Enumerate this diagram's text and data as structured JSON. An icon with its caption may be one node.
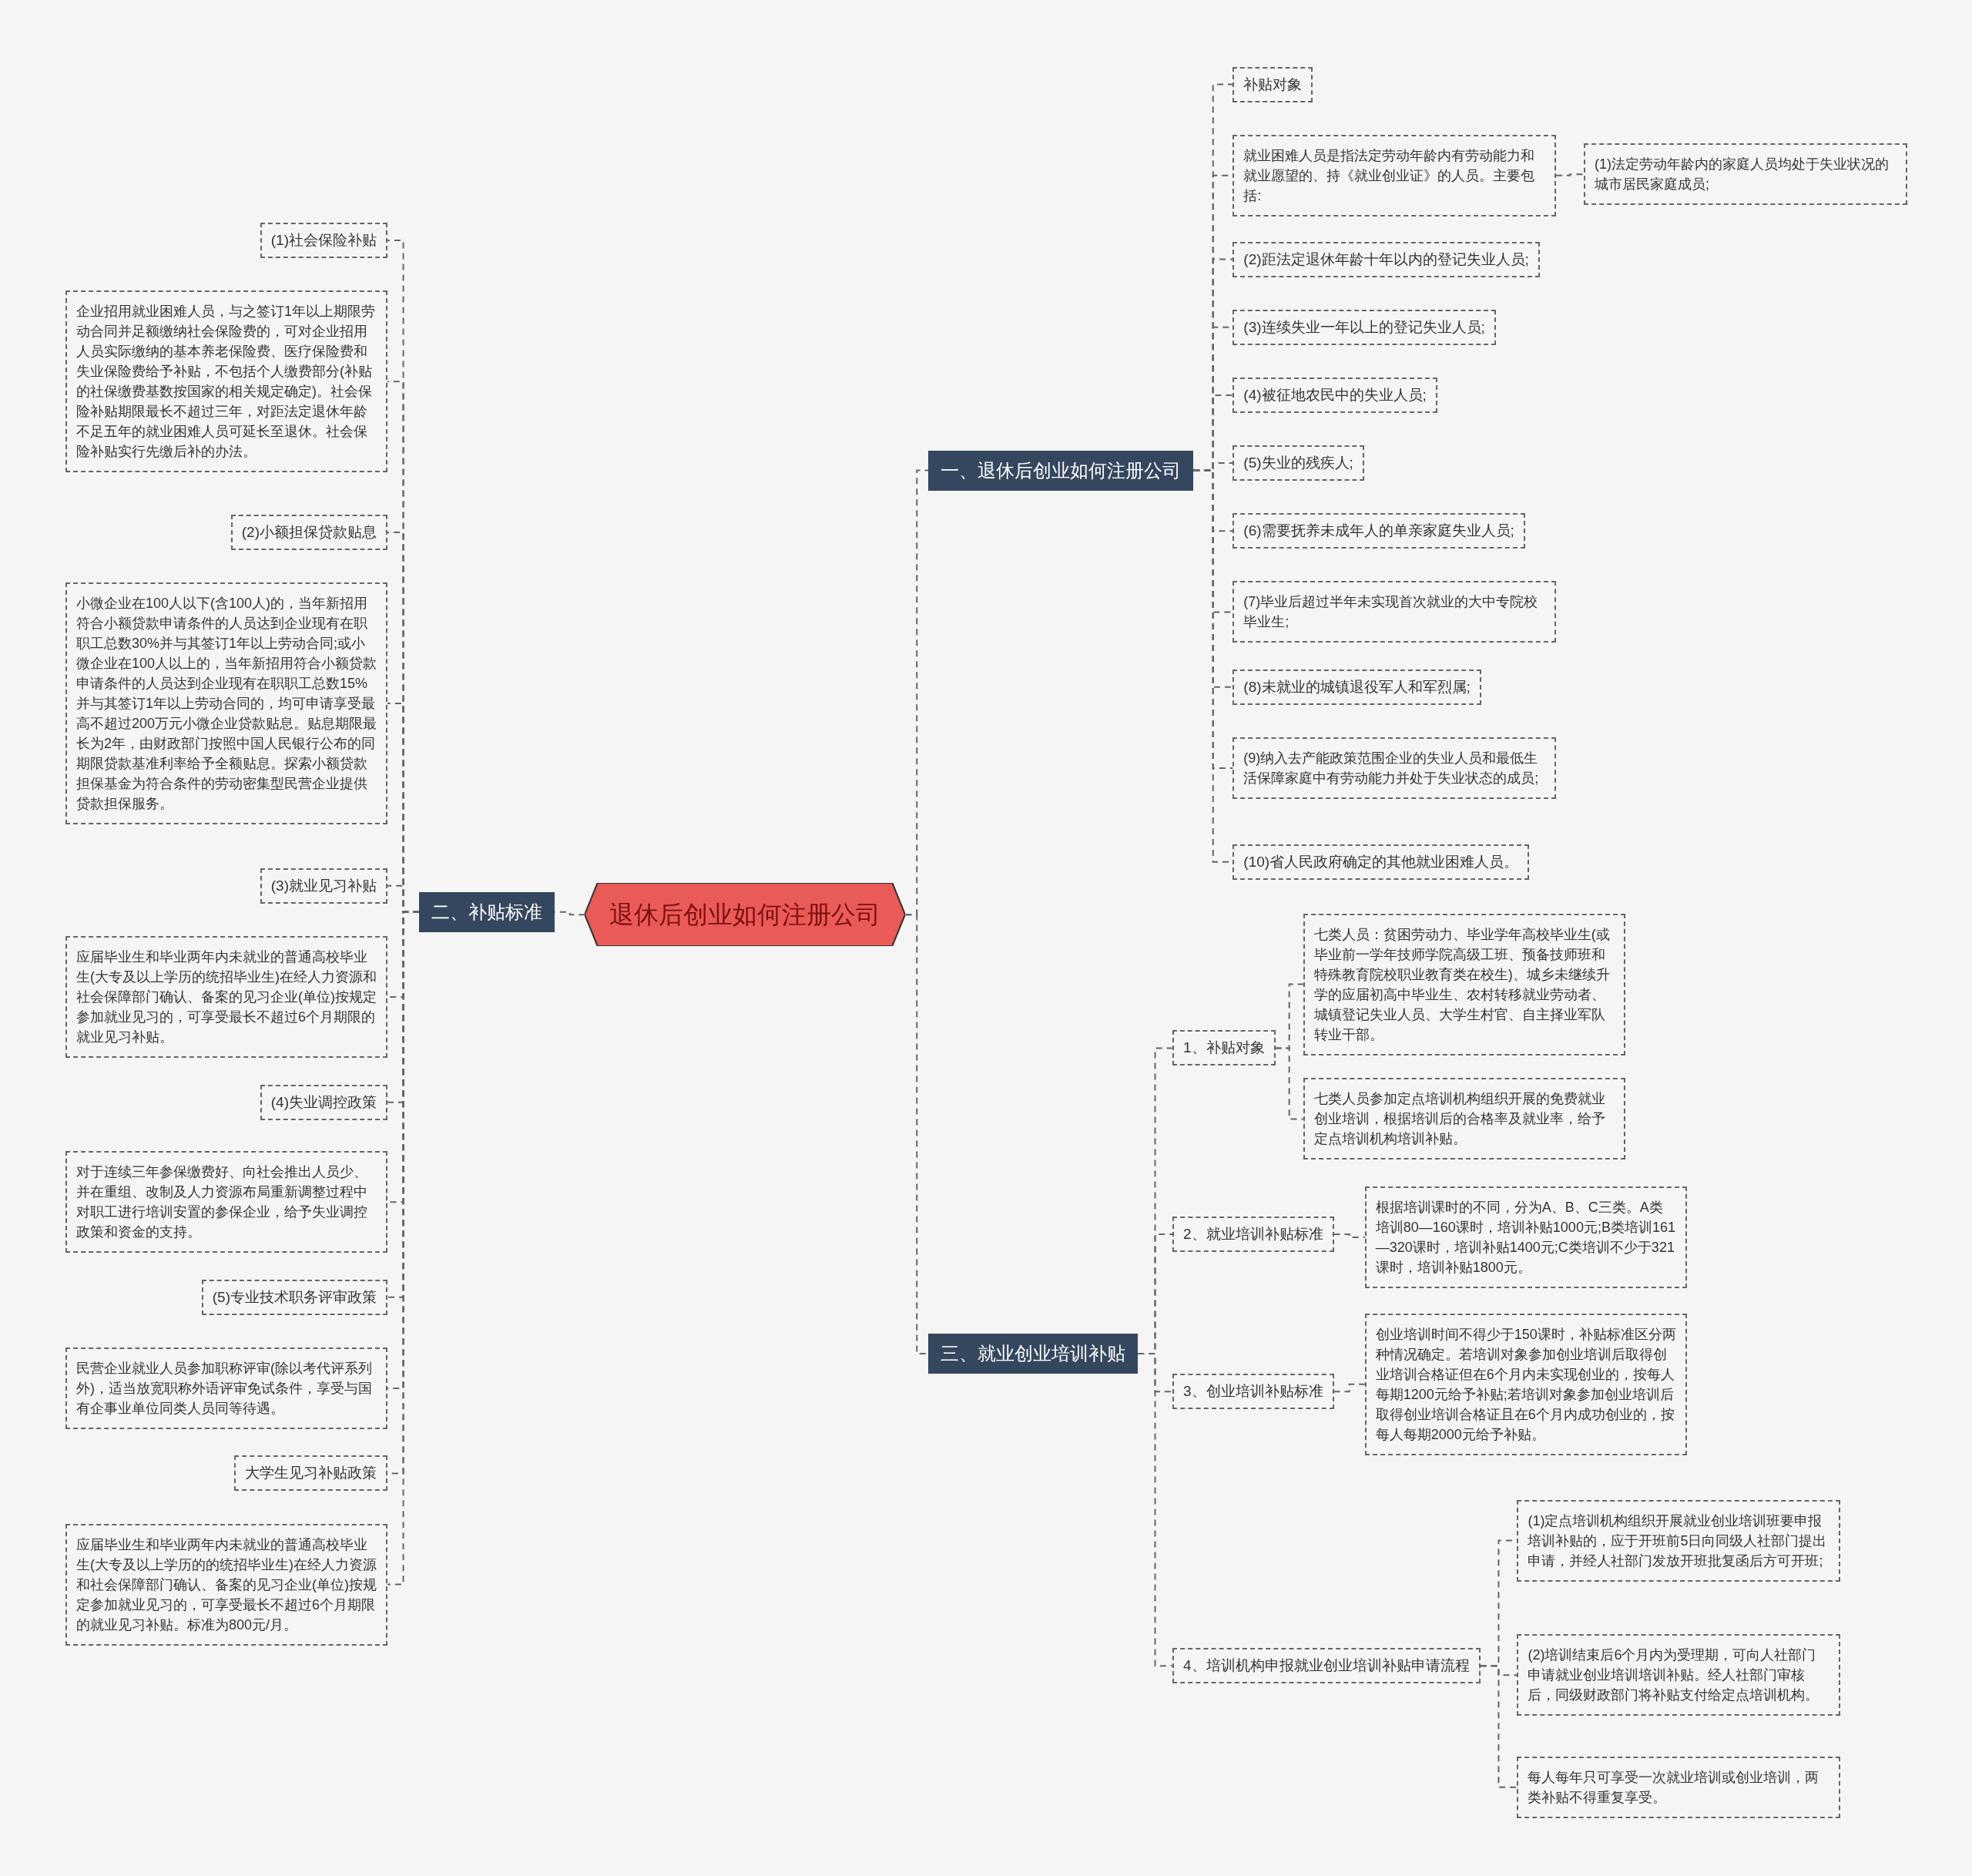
{
  "diagram": {
    "nodes": [
      {
        "text": [
          "退休后创业如何注册公司"
        ]
      },
      {
        "text": [
          "一、退休后创业如何注册公司"
        ]
      },
      {
        "text": [
          "补贴对象"
        ]
      },
      {
        "text": [
          "就业困难人员是指法定劳动年龄内有劳动能力和就业愿望的、持《就业创业证》的人员。主要包括:"
        ]
      },
      {
        "text": [
          "(1)法定劳动年龄内的家庭人员均处于失业状况的城市居民家庭成员;"
        ]
      },
      {
        "text": [
          "(2)距法定退休年龄十年以内的登记失业人员;"
        ]
      },
      {
        "text": [
          "(3)连续失业一年以上的登记失业人员;"
        ]
      },
      {
        "text": [
          "(4)被征地农民中的失业人员;"
        ]
      },
      {
        "text": [
          "(5)失业的残疾人;"
        ]
      },
      {
        "text": [
          "(6)需要抚养未成年人的单亲家庭失业人员;"
        ]
      },
      {
        "text": [
          "(7)毕业后超过半年未实现首次就业的大中专院校毕业生;"
        ]
      },
      {
        "text": [
          "(8)未就业的城镇退役军人和军烈属;"
        ]
      },
      {
        "text": [
          "(9)纳入去产能政策范围企业的失业人员和最低生活保障家庭中有劳动能力并处于失业状态的成员;"
        ]
      },
      {
        "text": [
          "(10)省人民政府确定的其他就业困难人员。"
        ]
      },
      {
        "text": [
          "二、补贴标准"
        ]
      },
      {
        "text": [
          "(1)社会保险补贴"
        ]
      },
      {
        "text": [
          "企业招用就业困难人员，与之签订1年以上期限劳动合同并足额缴纳社会保险费的，可对企业招用人员实际缴纳的基本养老保险费、医疗保险费和失业保险费给予补贴，不包括个人缴费部分(补贴的社保缴费基数按国家的相关规定确定)。社会保险补贴期限最长不超过三年，对距法定退休年龄不足五年的就业困难人员可延长至退休。社会保险补贴实行先缴后补的办法。"
        ]
      },
      {
        "text": [
          "(2)小额担保贷款贴息"
        ]
      },
      {
        "text": [
          "小微企业在100人以下(含100人)的，当年新招用符合小额贷款申请条件的人员达到企业现有在职职工总数30%并与其签订1年以上劳动合同;或小微企业在100人以上的，当年新招用符合小额贷款申请条件的人员达到企业现有在职职工总数15%并与其签订1年以上劳动合同的，均可申请享受最高不超过200万元小微企业贷款贴息。贴息期限最长为2年，由财政部门按照中国人民银行公布的同期限贷款基准利率给予全额贴息。探索小额贷款担保基金为符合条件的劳动密集型民营企业提供贷款担保服务。"
        ]
      },
      {
        "text": [
          "(3)就业见习补贴"
        ]
      },
      {
        "text": [
          "应届毕业生和毕业两年内未就业的普通高校毕业生(大专及以上学历的统招毕业生)在经人力资源和社会保障部门确认、备案的见习企业(单位)按规定参加就业见习的，可享受最长不超过6个月期限的就业见习补贴。"
        ]
      },
      {
        "text": [
          "(4)失业调控政策"
        ]
      },
      {
        "text": [
          "对于连续三年参保缴费好、向社会推出人员少、并在重组、改制及人力资源布局重新调整过程中对职工进行培训安置的参保企业，给予失业调控政策和资金的支持。"
        ]
      },
      {
        "text": [
          "(5)专业技术职务评审政策"
        ]
      },
      {
        "text": [
          "民营企业就业人员参加职称评审(除以考代评系列外)，适当放宽职称外语评审免试条件，享受与国有企事业单位同类人员同等待遇。"
        ]
      },
      {
        "text": [
          "大学生见习补贴政策"
        ]
      },
      {
        "text": [
          "应届毕业生和毕业两年内未就业的普通高校毕业生(大专及以上学历的的统招毕业生)在经人力资源和社会保障部门确认、备案的见习企业(单位)按规定参加就业见习的，可享受最长不超过6个月期限的就业见习补贴。标准为800元/月。"
        ]
      },
      {
        "text": [
          "三、就业创业培训补贴"
        ]
      },
      {
        "text": [
          "1、补贴对象"
        ]
      },
      {
        "text": [
          "七类人员：贫困劳动力、毕业学年高校毕业生(或毕业前一学年技师学院高级工班、预备技师班和特殊教育院校职业教育类在校生)、城乡未继续升学的应届初高中毕业生、农村转移就业劳动者、城镇登记失业人员、大学生村官、自主择业军队转业干部。"
        ]
      },
      {
        "text": [
          "七类人员参加定点培训机构组织开展的免费就业创业培训，根据培训后的合格率及就业率，给予定点培训机构培训补贴。"
        ]
      },
      {
        "text": [
          "2、就业培训补贴标准"
        ]
      },
      {
        "text": [
          "根据培训课时的不同，分为A、B、C三类。A类培训80—160课时，培训补贴1000元;B类培训161—320课时，培训补贴1400元;C类培训不少于321课时，培训补贴1800元。"
        ]
      },
      {
        "text": [
          "3、创业培训补贴标准"
        ]
      },
      {
        "text": [
          "创业培训时间不得少于150课时，补贴标准区分两种情况确定。若培训对象参加创业培训后取得创业培训合格证但在6个月内未实现创业的，按每人每期1200元给予补贴;若培训对象参加创业培训后取得创业培训合格证且在6个月内成功创业的，按每人每期2000元给予补贴。"
        ]
      },
      {
        "text": [
          "4、培训机构申报就业创业培训补贴申请流程"
        ]
      },
      {
        "text": [
          "(1)定点培训机构组织开展就业创业培训班要申报培训补贴的，应于开班前5日向同级人社部门提出申请，并经人社部门发放开班批复函后方可开班;"
        ]
      },
      {
        "text": [
          "(2)培训结束后6个月内为受理期，可向人社部门申请就业创业培训培训补贴。经人社部门审核后，同级财政部门将补贴支付给定点培训机构。"
        ]
      },
      {
        "text": [
          "每人每年只可享受一次就业培训或创业培训，两类补贴不得重复享受。"
        ]
      }
    ],
    "edges": [
      {
        "from": 0,
        "to": 1,
        "arrow": "none",
        "style": "dashed"
      },
      {
        "from": 1,
        "to": 2,
        "arrow": "none",
        "style": "dashed"
      },
      {
        "from": 1,
        "to": 3,
        "arrow": "none",
        "style": "dashed"
      },
      {
        "from": 3,
        "to": 4,
        "arrow": "none",
        "style": "dashed"
      },
      {
        "from": 1,
        "to": 5,
        "arrow": "none",
        "style": "dashed"
      },
      {
        "from": 1,
        "to": 6,
        "arrow": "none",
        "style": "dashed"
      },
      {
        "from": 1,
        "to": 7,
        "arrow": "none",
        "style": "dashed"
      },
      {
        "from": 1,
        "to": 8,
        "arrow": "none",
        "style": "dashed"
      },
      {
        "from": 1,
        "to": 9,
        "arrow": "none",
        "style": "dashed"
      },
      {
        "from": 1,
        "to": 10,
        "arrow": "none",
        "style": "dashed"
      },
      {
        "from": 1,
        "to": 11,
        "arrow": "none",
        "style": "dashed"
      },
      {
        "from": 1,
        "to": 12,
        "arrow": "none",
        "style": "dashed"
      },
      {
        "from": 1,
        "to": 13,
        "arrow": "none",
        "style": "dashed"
      },
      {
        "from": 0,
        "to": 14,
        "arrow": "none",
        "style": "dashed"
      },
      {
        "from": 14,
        "to": 15,
        "arrow": "none",
        "style": "dashed"
      },
      {
        "from": 14,
        "to": 16,
        "arrow": "none",
        "style": "dashed"
      },
      {
        "from": 14,
        "to": 17,
        "arrow": "none",
        "style": "dashed"
      },
      {
        "from": 14,
        "to": 18,
        "arrow": "none",
        "style": "dashed"
      },
      {
        "from": 14,
        "to": 19,
        "arrow": "none",
        "style": "dashed"
      },
      {
        "from": 14,
        "to": 20,
        "arrow": "none",
        "style": "dashed"
      },
      {
        "from": 14,
        "to": 21,
        "arrow": "none",
        "style": "dashed"
      },
      {
        "from": 14,
        "to": 22,
        "arrow": "none",
        "style": "dashed"
      },
      {
        "from": 14,
        "to": 23,
        "arrow": "none",
        "style": "dashed"
      },
      {
        "from": 14,
        "to": 24,
        "arrow": "none",
        "style": "dashed"
      },
      {
        "from": 14,
        "to": 25,
        "arrow": "none",
        "style": "dashed"
      },
      {
        "from": 14,
        "to": 26,
        "arrow": "none",
        "style": "dashed"
      },
      {
        "from": 0,
        "to": 27,
        "arrow": "none",
        "style": "dashed"
      },
      {
        "from": 27,
        "to": 28,
        "arrow": "none",
        "style": "dashed"
      },
      {
        "from": 28,
        "to": 29,
        "arrow": "none",
        "style": "dashed"
      },
      {
        "from": 28,
        "to": 30,
        "arrow": "none",
        "style": "dashed"
      },
      {
        "from": 27,
        "to": 31,
        "arrow": "none",
        "style": "dashed"
      },
      {
        "from": 31,
        "to": 32,
        "arrow": "none",
        "style": "dashed"
      },
      {
        "from": 27,
        "to": 33,
        "arrow": "none",
        "style": "dashed"
      },
      {
        "from": 33,
        "to": 34,
        "arrow": "none",
        "style": "dashed"
      },
      {
        "from": 27,
        "to": 35,
        "arrow": "none",
        "style": "dashed"
      },
      {
        "from": 35,
        "to": 36,
        "arrow": "none",
        "style": "dashed"
      },
      {
        "from": 35,
        "to": 37,
        "arrow": "none",
        "style": "dashed"
      },
      {
        "from": 35,
        "to": 38,
        "arrow": "none",
        "style": "dashed"
      }
    ]
  }
}
